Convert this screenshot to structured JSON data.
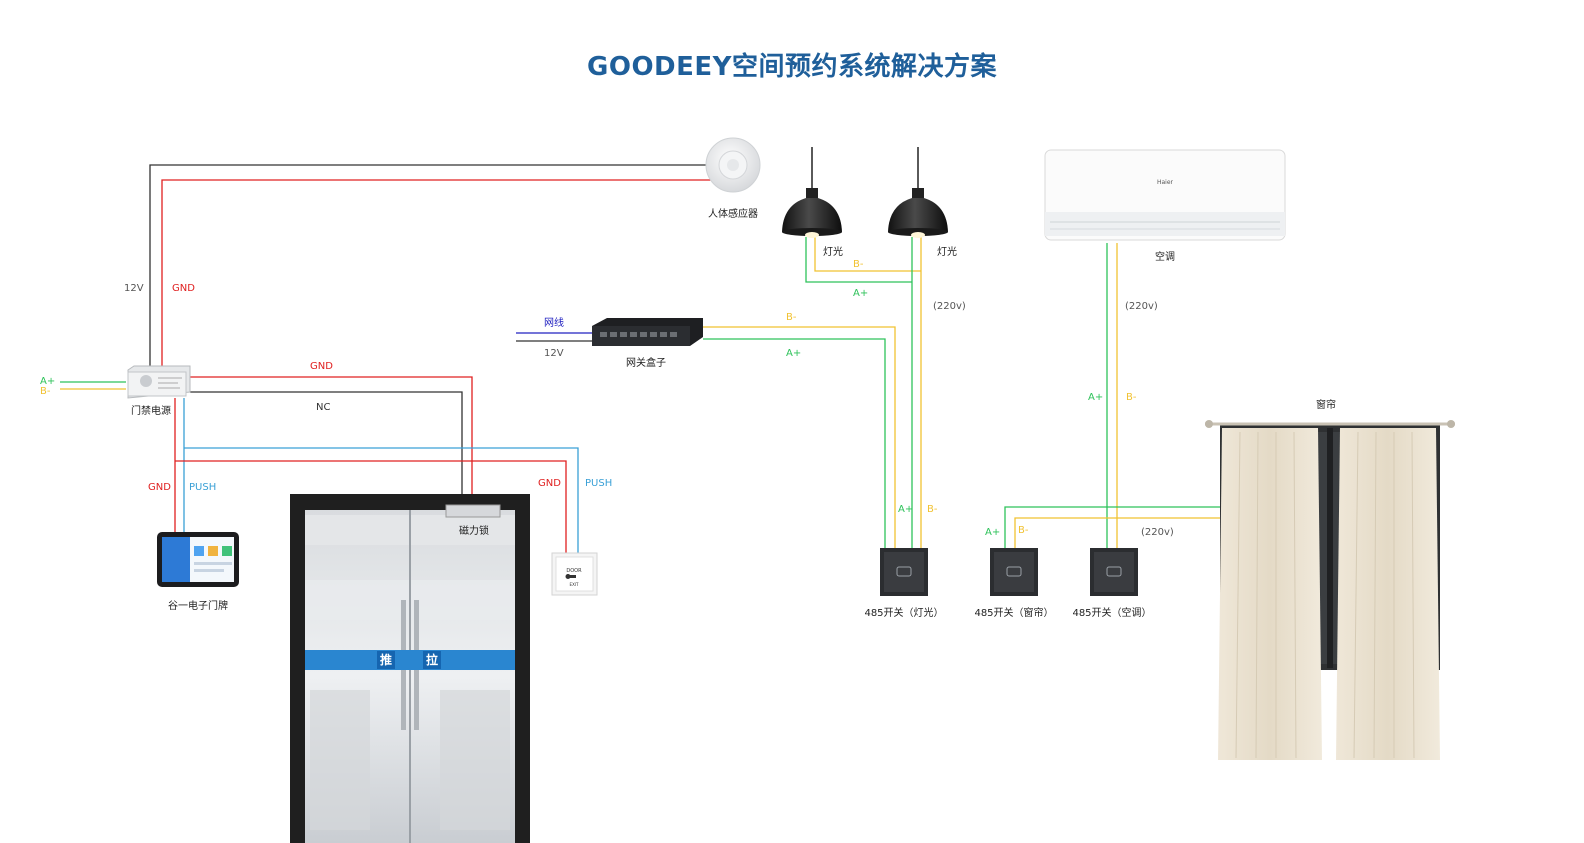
{
  "title": "GOODEEY空间预约系统解决方案",
  "colors": {
    "title": "#1f5f9a",
    "red": "#e02020",
    "dark": "#333333",
    "green": "#2ec25a",
    "yellow": "#f1c232",
    "blue": "#3aa0d6",
    "network": "#2020c0",
    "door_band": "#2a86d0"
  },
  "devices": {
    "sensor": "人体感应器",
    "light1": "灯光",
    "light2": "灯光",
    "ac": "空调",
    "ac_brand": "Haier",
    "gateway": "网关盒子",
    "power": "门禁电源",
    "maglock": "磁力锁",
    "doorplate": "谷一电子门牌",
    "curtain": "窗帘",
    "switch_light": "485开关（灯光）",
    "switch_curtain": "485开关（窗帘）",
    "switch_ac": "485开关（空调）",
    "exit_door": "DOOR",
    "exit_exit": "EXIT",
    "door_push": "推",
    "door_pull": "拉"
  },
  "wire_labels": {
    "v12_power": "12V",
    "gnd_power": "GND",
    "a_plus_left": "A+",
    "b_minus_left": "B-",
    "gnd_maglock": "GND",
    "nc_maglock": "NC",
    "gnd_doorplate": "GND",
    "push_doorplate": "PUSH",
    "gnd_exit": "GND",
    "push_exit": "PUSH",
    "network": "网线",
    "v12_gateway": "12V",
    "b_minus_gateway": "B-",
    "a_plus_gateway": "A+",
    "b_minus_light": "B-",
    "a_plus_light": "A+",
    "v220_light": "(220v)",
    "v220_ac": "(220v)",
    "a_plus_ac": "A+",
    "b_minus_ac": "B-",
    "a_plus_switch1": "A+",
    "b_minus_switch1": "B-",
    "a_plus_curtain": "A+",
    "b_minus_curtain": "B-",
    "v220_curtain": "(220v)"
  }
}
